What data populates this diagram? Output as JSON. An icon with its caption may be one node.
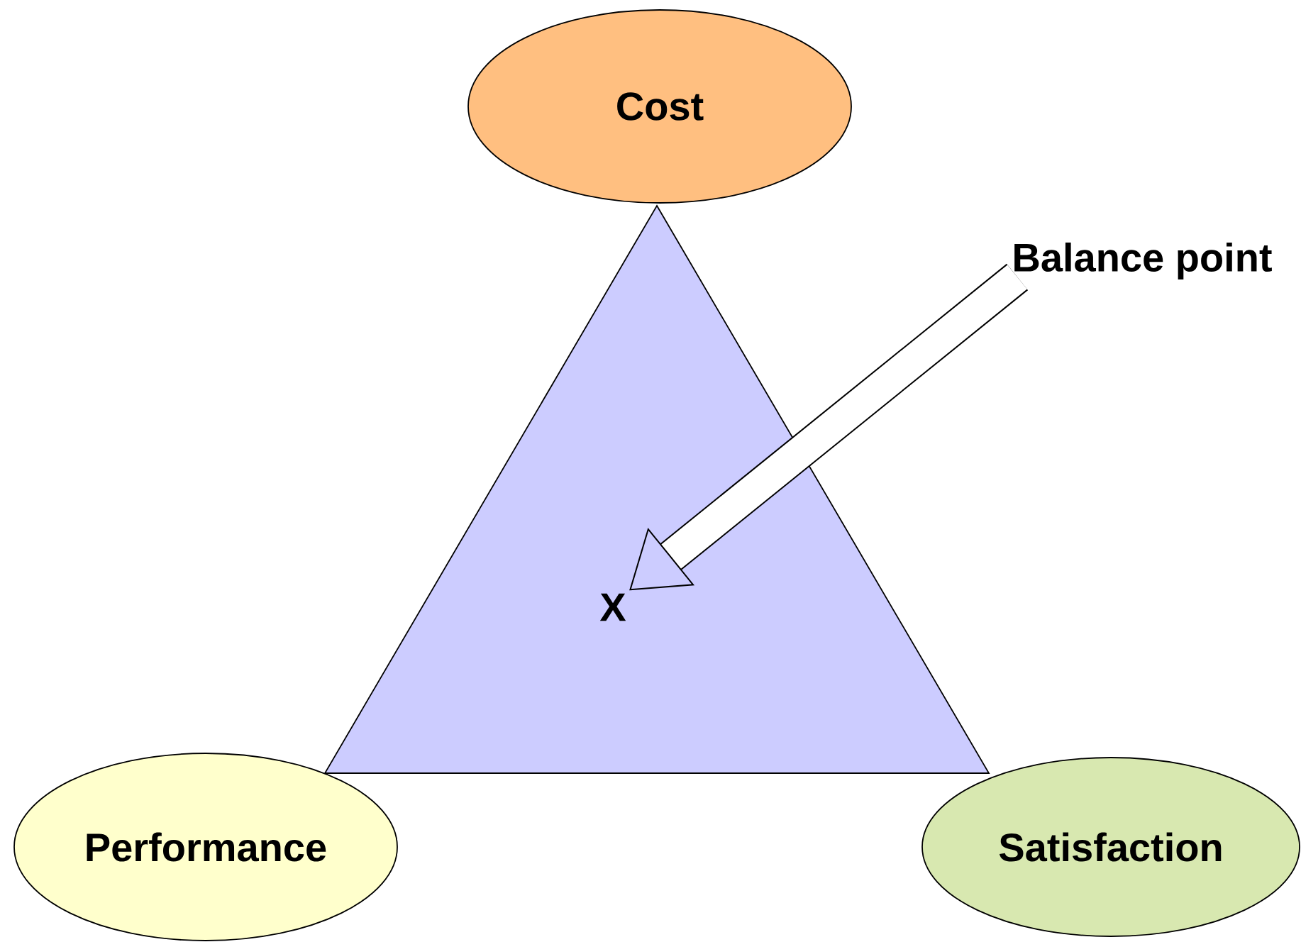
{
  "diagram": {
    "nodes": [
      {
        "text": [
          "Cost"
        ]
      },
      {
        "text": [],
        "shape": "triangle"
      },
      {
        "text": [
          "X"
        ],
        "in": 1
      },
      {
        "text": [
          "Balance point"
        ]
      },
      {
        "text": [
          "Performance"
        ]
      },
      {
        "text": [
          "Satisfaction"
        ]
      }
    ],
    "edges": [
      {
        "from": 3,
        "to": 2,
        "arrow": "to"
      }
    ]
  }
}
